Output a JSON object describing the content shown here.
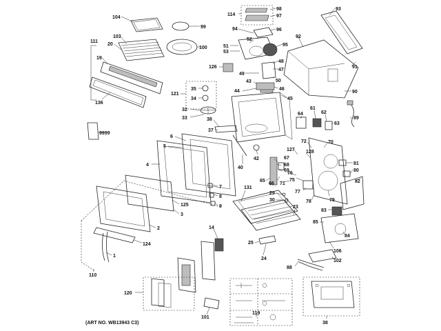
{
  "caption": "(ART NO. WB13943 C3)",
  "labels": [
    {
      "id": "l104",
      "text": "104"
    },
    {
      "id": "l99",
      "text": "99"
    },
    {
      "id": "l103",
      "text": "103"
    },
    {
      "id": "l100",
      "text": "100"
    },
    {
      "id": "l111",
      "text": "111"
    },
    {
      "id": "l20",
      "text": "20"
    },
    {
      "id": "l19",
      "text": "19"
    },
    {
      "id": "l136",
      "text": "136"
    },
    {
      "id": "l9999",
      "text": "9999"
    },
    {
      "id": "l126",
      "text": "126"
    },
    {
      "id": "l121",
      "text": "121"
    },
    {
      "id": "l35",
      "text": "35"
    },
    {
      "id": "l34",
      "text": "34"
    },
    {
      "id": "l32",
      "text": "32"
    },
    {
      "id": "l33",
      "text": "33"
    },
    {
      "id": "l114",
      "text": "114"
    },
    {
      "id": "l98",
      "text": "98"
    },
    {
      "id": "l97",
      "text": "97"
    },
    {
      "id": "l94",
      "text": "94"
    },
    {
      "id": "l52",
      "text": "52"
    },
    {
      "id": "l51",
      "text": "51"
    },
    {
      "id": "l53",
      "text": "53"
    },
    {
      "id": "l96",
      "text": "96"
    },
    {
      "id": "l95",
      "text": "95"
    },
    {
      "id": "l48",
      "text": "48"
    },
    {
      "id": "l47",
      "text": "47"
    },
    {
      "id": "l49",
      "text": "49"
    },
    {
      "id": "l50",
      "text": "50"
    },
    {
      "id": "l43",
      "text": "43"
    },
    {
      "id": "l44",
      "text": "44"
    },
    {
      "id": "l46",
      "text": "46"
    },
    {
      "id": "l45",
      "text": "45"
    },
    {
      "id": "l93",
      "text": "93"
    },
    {
      "id": "l92",
      "text": "92"
    },
    {
      "id": "l91",
      "text": "91"
    },
    {
      "id": "l90",
      "text": "90"
    },
    {
      "id": "l89",
      "text": "89"
    },
    {
      "id": "l64",
      "text": "64"
    },
    {
      "id": "l61",
      "text": "61"
    },
    {
      "id": "l62",
      "text": "62"
    },
    {
      "id": "l63",
      "text": "63"
    },
    {
      "id": "l38a",
      "text": "38"
    },
    {
      "id": "l37",
      "text": "37"
    },
    {
      "id": "l6",
      "text": "6"
    },
    {
      "id": "l5",
      "text": "5"
    },
    {
      "id": "l4",
      "text": "4"
    },
    {
      "id": "l40",
      "text": "40"
    },
    {
      "id": "l42",
      "text": "42"
    },
    {
      "id": "l72",
      "text": "72"
    },
    {
      "id": "l127",
      "text": "127"
    },
    {
      "id": "l128",
      "text": "128"
    },
    {
      "id": "l70",
      "text": "70"
    },
    {
      "id": "l67",
      "text": "67"
    },
    {
      "id": "l68",
      "text": "68"
    },
    {
      "id": "l69",
      "text": "69"
    },
    {
      "id": "l81",
      "text": "81"
    },
    {
      "id": "l80",
      "text": "80"
    },
    {
      "id": "l76",
      "text": "76"
    },
    {
      "id": "l65",
      "text": "65"
    },
    {
      "id": "l66",
      "text": "66"
    },
    {
      "id": "l71",
      "text": "71"
    },
    {
      "id": "l75",
      "text": "75"
    },
    {
      "id": "l77",
      "text": "77"
    },
    {
      "id": "l78",
      "text": "78"
    },
    {
      "id": "l79",
      "text": "79"
    },
    {
      "id": "l82",
      "text": "82"
    },
    {
      "id": "l7",
      "text": "7"
    },
    {
      "id": "l8",
      "text": "8"
    },
    {
      "id": "l9",
      "text": "9"
    },
    {
      "id": "l125",
      "text": "125"
    },
    {
      "id": "l3",
      "text": "3"
    },
    {
      "id": "l2",
      "text": "2"
    },
    {
      "id": "l124",
      "text": "124"
    },
    {
      "id": "l1",
      "text": "1"
    },
    {
      "id": "l110",
      "text": "110"
    },
    {
      "id": "l131",
      "text": "131"
    },
    {
      "id": "l29",
      "text": "29"
    },
    {
      "id": "l30",
      "text": "30"
    },
    {
      "id": "l23",
      "text": "23"
    },
    {
      "id": "l83",
      "text": "83"
    },
    {
      "id": "l85",
      "text": "85"
    },
    {
      "id": "l84",
      "text": "84"
    },
    {
      "id": "l106",
      "text": "106"
    },
    {
      "id": "l14",
      "text": "14"
    },
    {
      "id": "l25",
      "text": "25"
    },
    {
      "id": "l24",
      "text": "24"
    },
    {
      "id": "l102",
      "text": "102"
    },
    {
      "id": "l88",
      "text": "88"
    },
    {
      "id": "l120",
      "text": "120"
    },
    {
      "id": "l119",
      "text": "119"
    },
    {
      "id": "l101",
      "text": "101"
    },
    {
      "id": "l38b",
      "text": "38"
    }
  ]
}
